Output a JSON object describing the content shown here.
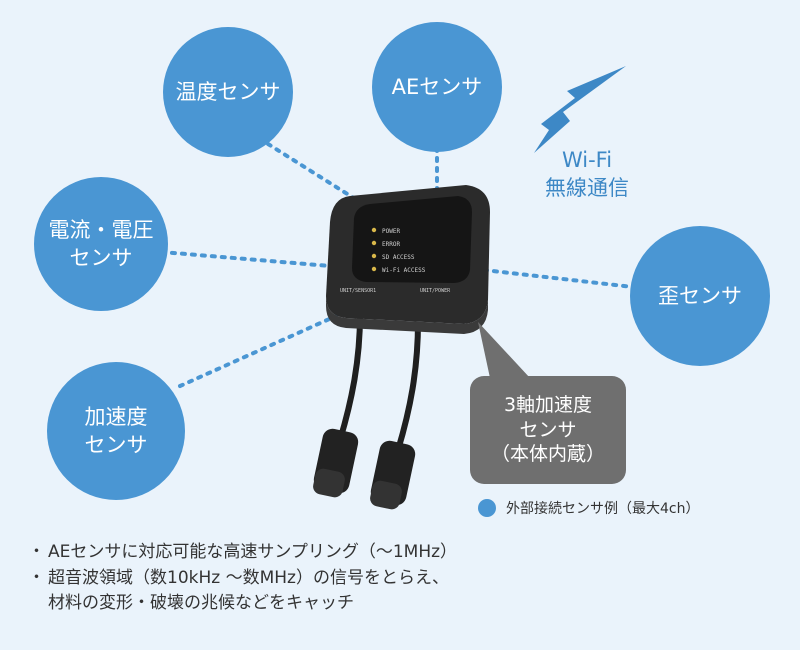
{
  "sensors": {
    "temperature": "温度センサ",
    "ae": "AEセンサ",
    "current_voltage": "電流・電圧\nセンサ",
    "strain": "歪センサ",
    "acceleration": "加速度\nセンサ"
  },
  "wifi": {
    "label": "Wi-Fi\n無線通信"
  },
  "callout": {
    "label": "3軸加速度\nセンサ\n（本体内蔵）"
  },
  "legend": {
    "label": "外部接続センサ例（最大4ch）"
  },
  "device": {
    "leds": [
      "POWER",
      "ERROR",
      "SD ACCESS",
      "Wi-Fi ACCESS"
    ],
    "port_left": "UNIT/SENSOR1",
    "port_right": "UNIT/POWER"
  },
  "notes": [
    "AEセンサに対応可能な高速サンプリング（～1MHz）",
    "超音波領域（数10kHz ～数MHz）の信号をとらえ、\n材料の変形・破壊の兆候などをキャッチ"
  ],
  "colors": {
    "bubble": "#4a96d3",
    "callout": "#6f6f6f",
    "background": "#eaf3fb"
  }
}
